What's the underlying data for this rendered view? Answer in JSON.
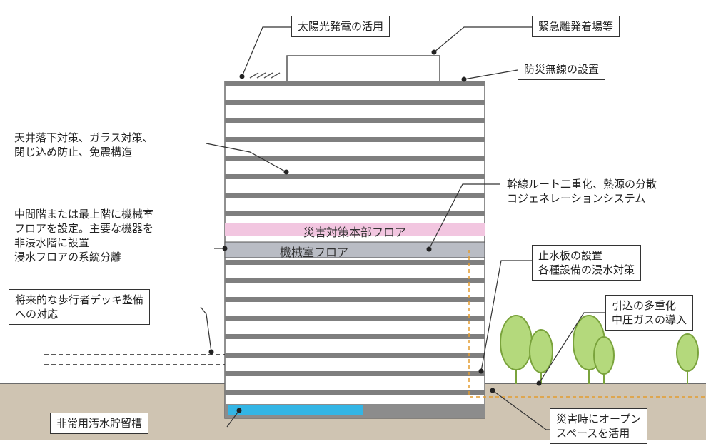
{
  "floor_labels": {
    "disaster_hq_floor": "災害対策本部フロア",
    "machine_room_floor": "機械室フロア"
  },
  "callouts": {
    "solar": "太陽光発電の活用",
    "heliport": "緊急離発着場等",
    "radio": "防災無線の設置",
    "ceiling": "天井落下対策、ガラス対策、\n閉じ込め防止、免震構造",
    "trunk": "幹線ルート二重化、熱源の分散\nコジェネレーションシステム",
    "machine_room": "中間階または最上階に機械室\nフロアを設定。主要な機器を\n非浸水階に設置\n浸水フロアの系統分離",
    "waterproof": "止水板の設置\n各種設備の浸水対策",
    "deck": "将来的な歩行者デッキ整備\nへの対応",
    "gas": "引込の多重化\n中圧ガスの導入",
    "sewage": "非常用汚水貯留槽",
    "open_space": "災害時にオープン\nスペースを活用"
  },
  "colors": {
    "ground": "#cfc4b2",
    "hq_floor": "#f2c6e0",
    "machine_floor": "#b9bcc4",
    "floor_line": "#7f7f7f",
    "sewage_tank": "#33b5e5",
    "tree_fill": "#b4d97c",
    "tree_stroke": "#7aa33c",
    "dashed_orange": "#e39b2e"
  }
}
